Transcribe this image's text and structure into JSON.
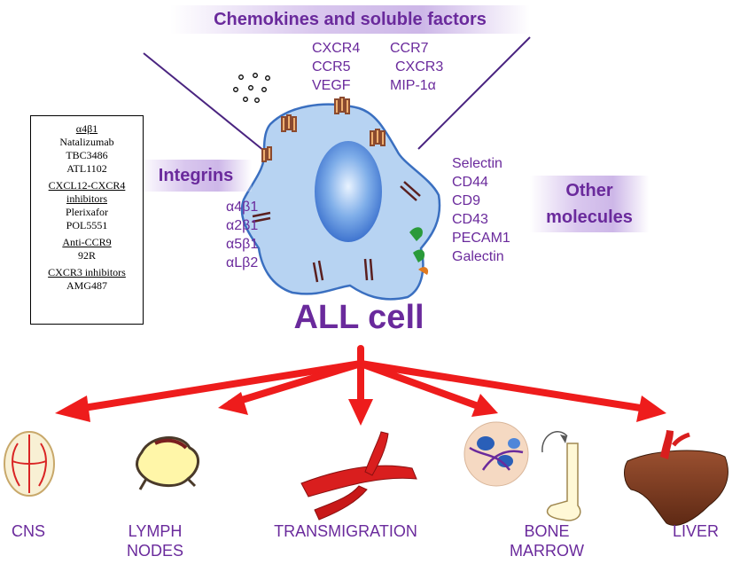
{
  "headers": {
    "chemokines": "Chemokines and soluble factors",
    "integrins": "Integrins",
    "other_line1": "Other",
    "other_line2": "molecules"
  },
  "chemokine_list": {
    "col1": [
      "CXCR4",
      "CCR5",
      "VEGF"
    ],
    "col2": [
      "CCR7",
      "CXCR3",
      "MIP-1α"
    ]
  },
  "integrin_list": [
    "α4β1",
    "α2β1",
    "α5β1",
    "αLβ2"
  ],
  "other_list": [
    "Selectin",
    "CD44",
    "CD9",
    "CD43",
    "PECAM1",
    "Galectin"
  ],
  "cell_label": "ALL cell",
  "drug_box": [
    {
      "heading": "α4β1",
      "items": [
        "Natalizumab",
        "TBC3486",
        "ATL1102"
      ]
    },
    {
      "heading": "CXCL12-CXCR4 inhibitors",
      "items": [
        "Plerixafor",
        "POL5551"
      ]
    },
    {
      "heading": "Anti-CCR9",
      "items": [
        "92R"
      ]
    },
    {
      "heading": "CXCR3 inhibitors",
      "items": [
        "AMG487"
      ]
    }
  ],
  "destinations": {
    "cns": "CNS",
    "lymph_line1": "LYMPH",
    "lymph_line2": "NODES",
    "transmigration": "TRANSMIGRATION",
    "bone_line1": "BONE",
    "bone_line2": "MARROW",
    "liver": "LIVER"
  },
  "colors": {
    "accent_purple": "#6a2a9c",
    "arrow_red": "#ee1c1c",
    "cell_fill": "#b7d3f2",
    "nucleus": "#4f86d9",
    "liver": "#7a3b22",
    "vessel": "#d91e1e"
  }
}
